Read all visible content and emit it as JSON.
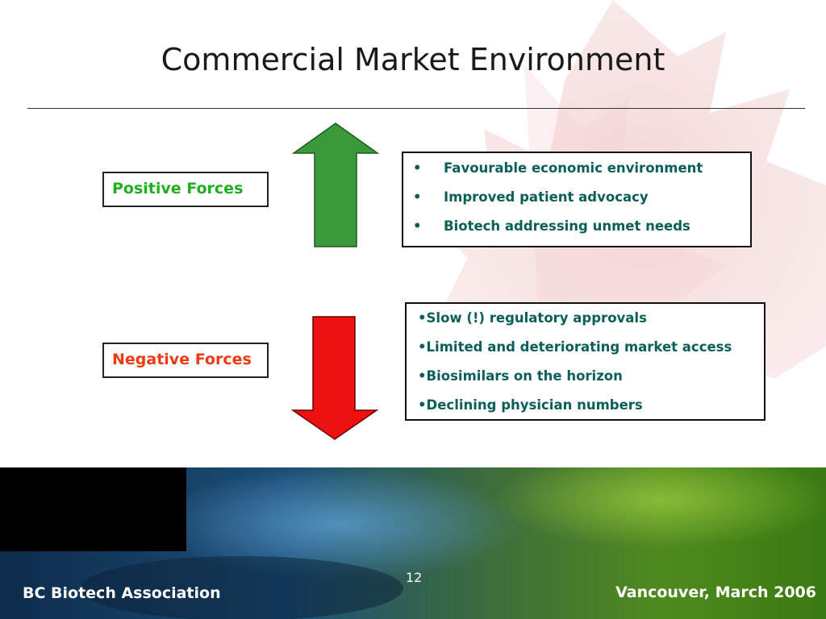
{
  "slide": {
    "title": "Commercial Market Environment",
    "positive_label": "Positive Forces",
    "negative_label": "Negative Forces",
    "positive_items": [
      "Favourable economic environment",
      "Improved patient advocacy",
      "Biotech addressing unmet needs"
    ],
    "negative_items": [
      "•Slow (!) regulatory approvals",
      "•Limited and deteriorating market access",
      "•Biosimilars on the horizon",
      "•Declining physician numbers"
    ],
    "bullet": "•"
  },
  "footer": {
    "organization": "BC Biotech Association",
    "location_date": "Vancouver,  March 2006",
    "page_number": "12"
  },
  "icons": {
    "up_arrow": "green-up-arrow-icon",
    "down_arrow": "red-down-arrow-icon",
    "background": "maple-leaf-icon"
  },
  "colors": {
    "positive": "#1fb01f",
    "negative": "#ee3a12",
    "list_text": "#0b5f58",
    "up_arrow": "#3a9a3a",
    "down_arrow": "#ee1111"
  }
}
